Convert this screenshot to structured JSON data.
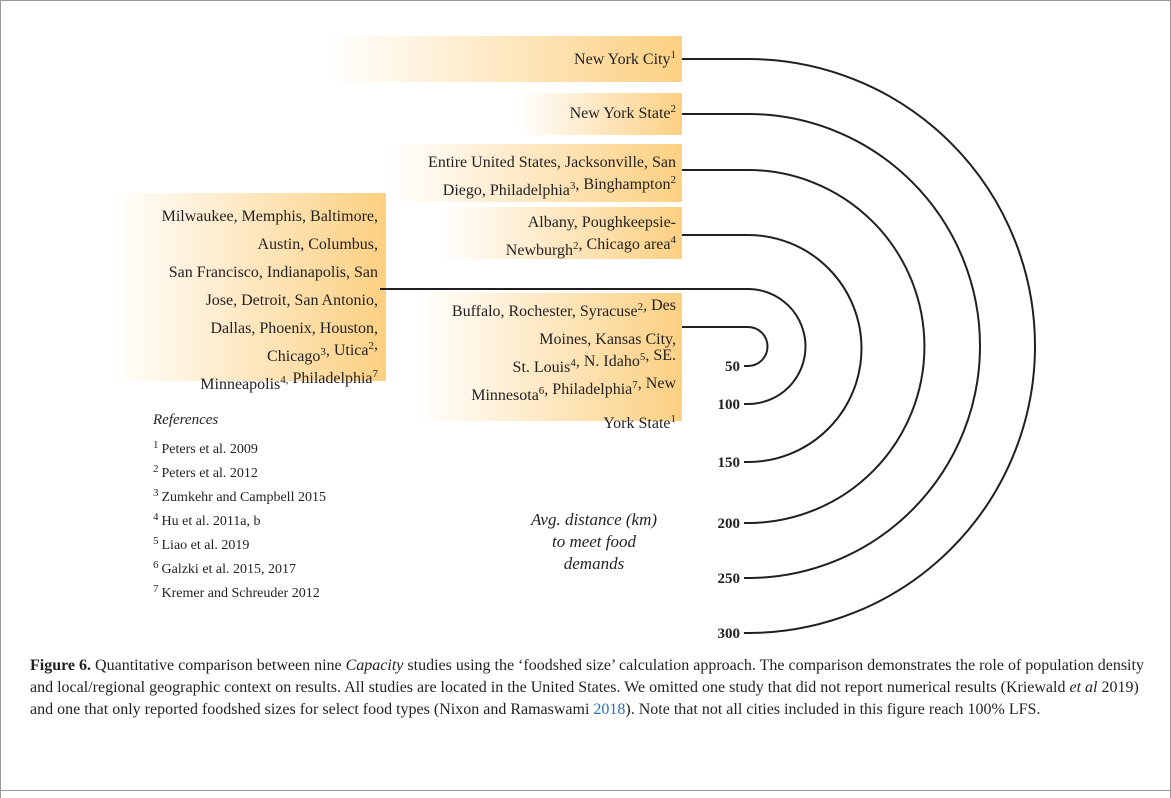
{
  "chart_data": {
    "type": "diagram",
    "title": "",
    "axis_note": [
      "Avg. distance (km)",
      "to meet food",
      "demands"
    ],
    "distance_labels": [
      "50",
      "100",
      "150",
      "200",
      "250",
      "300"
    ],
    "studies": [
      {
        "lines": [
          [
            {
              "t": "New York City"
            },
            {
              "t": "1",
              "sup": true
            }
          ]
        ]
      },
      {
        "lines": [
          [
            {
              "t": "New York State"
            },
            {
              "t": "2",
              "sup": true
            }
          ]
        ]
      },
      {
        "lines": [
          [
            {
              "t": "Entire United States, Jacksonville, San"
            }
          ],
          [
            {
              "t": "Diego, Philadelphia"
            },
            {
              "t": "3",
              "sup": true
            },
            {
              "t": ", Binghampton"
            },
            {
              "t": "2",
              "sup": true
            }
          ]
        ]
      },
      {
        "lines": [
          [
            {
              "t": "Albany, Poughkeepsie-"
            }
          ],
          [
            {
              "t": "Newburgh"
            },
            {
              "t": "2",
              "sup": true
            },
            {
              "t": ", Chicago area"
            },
            {
              "t": "4",
              "sup": true
            }
          ]
        ]
      },
      {
        "lines": [
          [
            {
              "t": "Milwaukee, Memphis, Baltimore,"
            }
          ],
          [
            {
              "t": "Austin, Columbus,"
            }
          ],
          [
            {
              "t": "San Francisco, Indianapolis, San"
            }
          ],
          [
            {
              "t": "Jose, Detroit, San Antonio,"
            }
          ],
          [
            {
              "t": "Dallas, Phoenix, Houston,"
            }
          ],
          [
            {
              "t": "Chicago"
            },
            {
              "t": "3",
              "sup": true
            },
            {
              "t": ", Utica"
            },
            {
              "t": "2",
              "sup": true
            },
            {
              "t": ","
            }
          ],
          [
            {
              "t": "Minneapolis"
            },
            {
              "t": "4,",
              "sup": true
            },
            {
              "t": " Philadelphia"
            },
            {
              "t": "7",
              "sup": true
            }
          ]
        ]
      },
      {
        "lines": [
          [
            {
              "t": "Buffalo, Rochester, Syracuse"
            },
            {
              "t": "2",
              "sup": true
            },
            {
              "t": ", Des"
            }
          ],
          [
            {
              "t": "Moines, Kansas City,"
            }
          ],
          [
            {
              "t": "St. Louis"
            },
            {
              "t": "4",
              "sup": true
            },
            {
              "t": ", N. Idaho"
            },
            {
              "t": "5",
              "sup": true
            },
            {
              "t": ", SE."
            }
          ],
          [
            {
              "t": "Minnesota"
            },
            {
              "t": "6",
              "sup": true
            },
            {
              "t": ", Philadelphia"
            },
            {
              "t": "7",
              "sup": true
            },
            {
              "t": ", New"
            }
          ],
          [
            {
              "t": "York State"
            },
            {
              "t": "1",
              "sup": true
            }
          ]
        ]
      }
    ]
  },
  "references": {
    "title": "References",
    "items": [
      {
        "num": "1",
        "text": "Peters et al. 2009"
      },
      {
        "num": "2",
        "text": "Peters et al. 2012"
      },
      {
        "num": "3",
        "text": "Zumkehr and Campbell 2015"
      },
      {
        "num": "4",
        "text": "Hu et al. 2011a, b"
      },
      {
        "num": "5",
        "text": "Liao et al. 2019"
      },
      {
        "num": "6",
        "text": "Galzki et al. 2015, 2017"
      },
      {
        "num": "7",
        "text": "Kremer and Schreuder 2012"
      }
    ]
  },
  "caption": {
    "label": "Figure 6.",
    "t1": " Quantitative comparison between nine ",
    "t1_italic": "Capacity",
    "t2": " studies using the ‘foodshed size’ calculation approach. The comparison demonstrates the role of population density and local/regional geographic context on results. All studies are located in the United States. We omitted one study that did not report numerical results (Kriewald ",
    "t2_italic": "et al",
    "t3": " 2019) and one that only reported foodshed sizes for select food types (Nixon and Ramaswami ",
    "t3_link": "2018",
    "t4": "). Note that not all cities included in this figure reach 100% LFS."
  },
  "colors": {
    "box_fill": "#fcd082",
    "line": "#231f20",
    "text": "#231f20",
    "link": "#2a6ebb"
  }
}
